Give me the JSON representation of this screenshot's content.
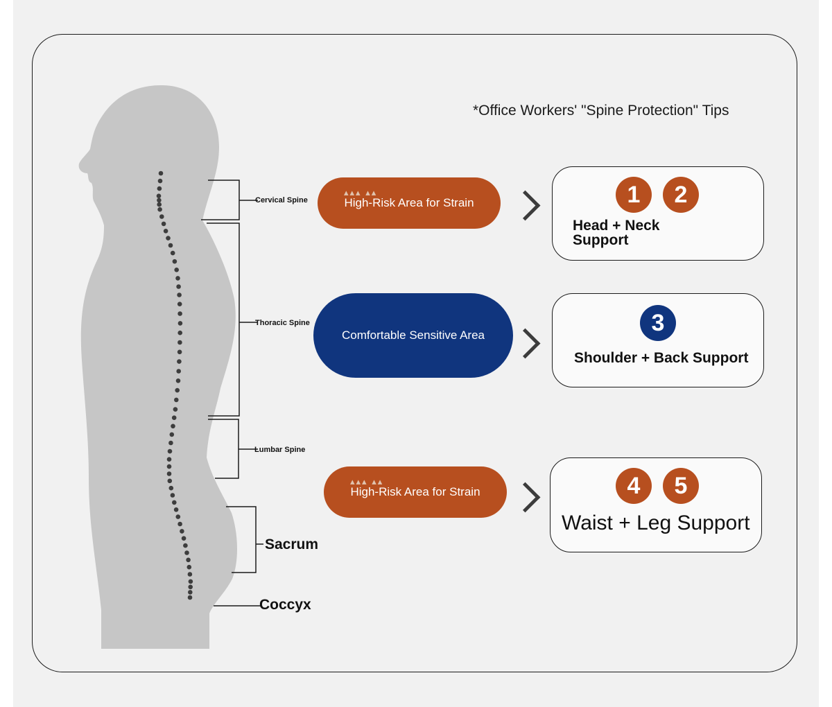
{
  "heading": "*Office Workers' \"Spine Protection\" Tips",
  "segments": {
    "cervical": "Cervical Spine",
    "thoracic": "Thoracic Spine",
    "lumbar": "Lumbar Spine",
    "sacrum": "Sacrum",
    "coccyx": "Coccyx"
  },
  "zones": [
    {
      "label": "High-Risk Area for Strain",
      "color": "#b74f1f"
    },
    {
      "label": "Comfortable Sensitive Area",
      "color": "#10357e"
    },
    {
      "label": "High-Risk Area for Strain",
      "color": "#b74f1f"
    }
  ],
  "supports": [
    {
      "numbers": [
        "1",
        "2"
      ],
      "text": "Head + Neck\nSupport"
    },
    {
      "numbers": [
        "3"
      ],
      "text": "Shoulder + Back Support"
    },
    {
      "numbers": [
        "4",
        "5"
      ],
      "text": "Waist + Leg Support"
    }
  ],
  "colors": {
    "risk": "#b74f1f",
    "comfort": "#10357e",
    "silhouette": "#c6c6c6",
    "background": "#f1f1f1"
  }
}
